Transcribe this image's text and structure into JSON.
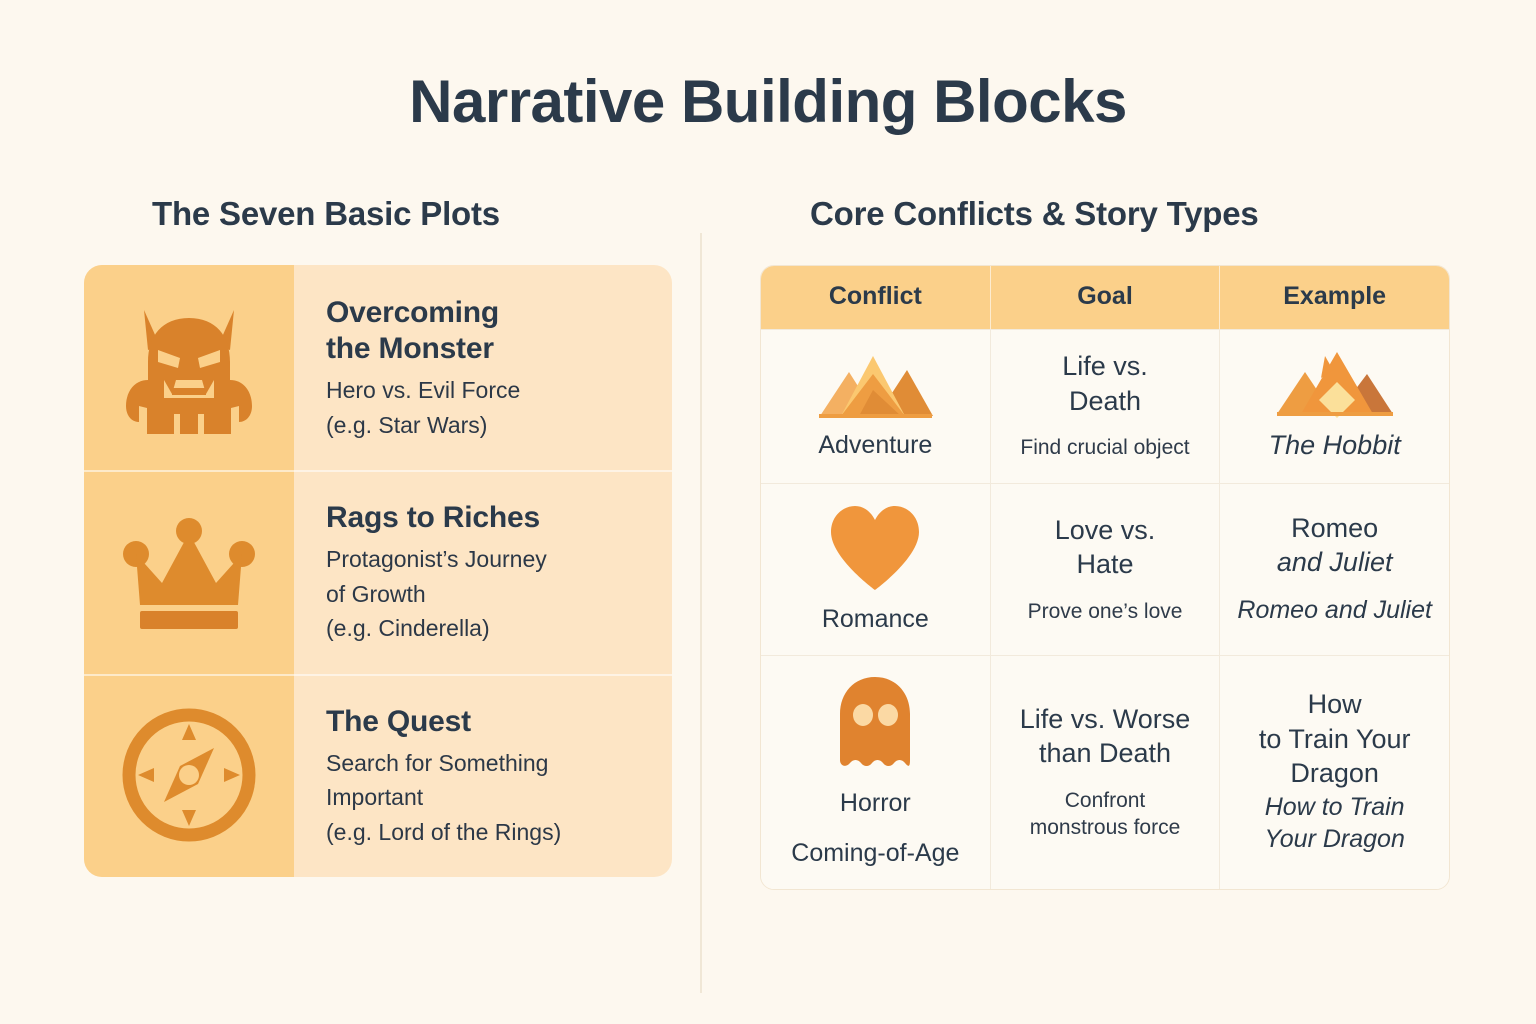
{
  "title": "Narrative Building Blocks",
  "left": {
    "heading": "The Seven Basic Plots",
    "plots": [
      {
        "icon": "monster-icon",
        "name": "Overcoming\nthe Monster",
        "name_line1": "Overcoming",
        "name_line2": "the Monster",
        "desc_line1": "Hero vs. Evil Force",
        "desc_line2": "(e.g. Star Wars)"
      },
      {
        "icon": "crown-icon",
        "name": "Rags to Riches",
        "name_line1": "Rags to Riches",
        "name_line2": "",
        "desc_line1": "Protagonist’s Journey",
        "desc_line2": "of Growth",
        "desc_line3": "(e.g. Cinderella)"
      },
      {
        "icon": "compass-icon",
        "name": "The Quest",
        "name_line1": "The Quest",
        "name_line2": "",
        "desc_line1": "Search for Something",
        "desc_line2": "Important",
        "desc_line3": "(e.g. Lord of the Rings)"
      }
    ]
  },
  "right": {
    "heading": "Core Conflicts & Story Types",
    "table": {
      "columns": [
        "Conflict",
        "Goal",
        "Example"
      ],
      "rows": [
        {
          "conflict_icon": "mountains-icon",
          "conflict_label": "Adventure",
          "conflict_label2": "",
          "goal_primary_line1": "Life vs.",
          "goal_primary_line2": "Death",
          "goal_secondary_line1": "Find crucial object",
          "goal_secondary_line2": "",
          "example_icon": "mountains-icon",
          "example_plain": "",
          "example_italic": "The Hobbit",
          "example_italic2": ""
        },
        {
          "conflict_icon": "heart-icon",
          "conflict_label": "Romance",
          "conflict_label2": "",
          "goal_primary_line1": "Love vs.",
          "goal_primary_line2": "Hate",
          "goal_secondary_line1": "Prove one’s love",
          "goal_secondary_line2": "",
          "example_icon": "",
          "example_plain": "Romeo",
          "example_italic": "and Juliet",
          "example_italic2": "Romeo and Juliet"
        },
        {
          "conflict_icon": "ghost-icon",
          "conflict_label": "Horror",
          "conflict_label2": "Coming-of-Age",
          "goal_primary_line1": "Life vs. Worse",
          "goal_primary_line2": "than Death",
          "goal_secondary_line1": "Confront",
          "goal_secondary_line2": "monstrous force",
          "example_icon": "",
          "example_plain": "How\nto Train Your\nDragon",
          "example_plain_line1": "How",
          "example_plain_line2": "to Train Your",
          "example_plain_line3": "Dragon",
          "example_italic": "How to Train",
          "example_italic2": "Your Dragon"
        }
      ]
    }
  },
  "colors": {
    "page_bg": "#FDF8EF",
    "card_text_bg": "#FDE5C5",
    "icon_tile_bg": "#FBD08A",
    "accent_orange": "#E0832F",
    "accent_light_orange": "#F0963C",
    "dark_text": "#2B3A4A"
  }
}
